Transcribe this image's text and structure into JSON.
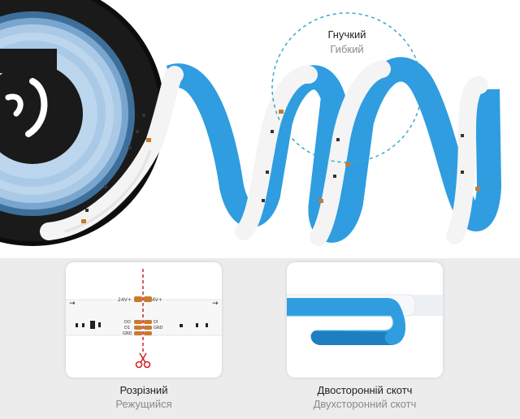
{
  "callout": {
    "title": "Гнучкий",
    "subtitle": "Гибкий"
  },
  "features": [
    {
      "title": "Розрізний",
      "subtitle": "Режущийся",
      "icon": "scissors-icon"
    },
    {
      "title": "Двосторонній скотч",
      "subtitle": "Двухсторонний скотч",
      "icon": "tape-icon"
    }
  ],
  "cut_marks": {
    "left_voltage": "24V+",
    "right_voltage": "24V+",
    "pad_labels": [
      "DO",
      "D1",
      "GND"
    ],
    "pad_labels_right": [
      "DI",
      "GND"
    ]
  },
  "colors": {
    "tape_blue": "#2f9de0",
    "strip_white": "#f4f4f4",
    "reel_black": "#1a1a1a",
    "cut_line_red": "#d0262b",
    "pad_copper": "#c87a2e",
    "callout_circle": "#39a7c9"
  }
}
